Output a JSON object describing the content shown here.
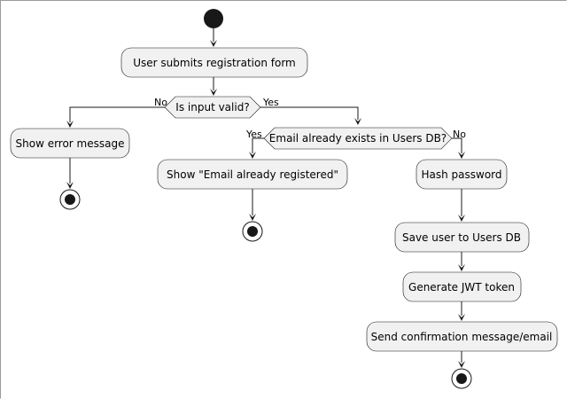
{
  "diagram": {
    "actions": {
      "submit": "User submits registration form",
      "show_error": "Show error message",
      "show_registered": "Show \"Email already registered\"",
      "hash": "Hash password",
      "save": "Save user to Users DB",
      "jwt": "Generate JWT token",
      "send": "Send confirmation message/email"
    },
    "decisions": {
      "valid": "Is input valid?",
      "exists": "Email already exists in Users DB?"
    },
    "branch_labels": {
      "valid_no": "No",
      "valid_yes": "Yes",
      "exists_yes": "Yes",
      "exists_no": "No"
    }
  }
}
